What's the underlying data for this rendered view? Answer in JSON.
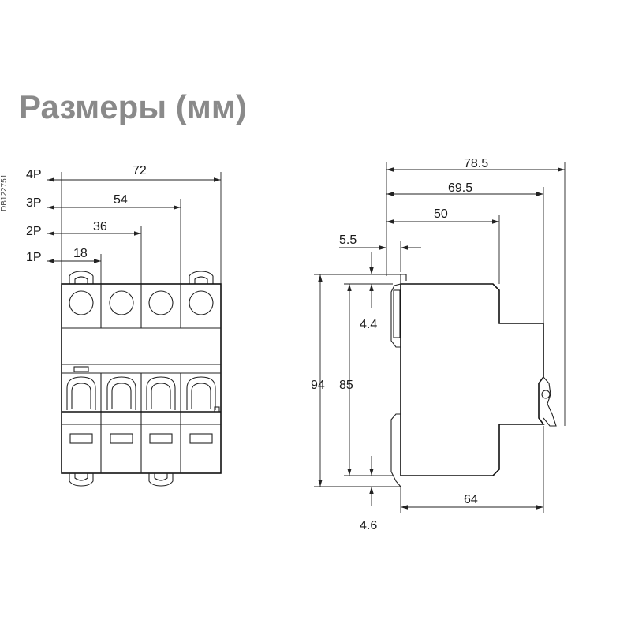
{
  "title": "Размеры (мм)",
  "drawing_code": "DB122751",
  "front_view": {
    "pole_labels": [
      "4P",
      "3P",
      "2P",
      "1P"
    ],
    "widths": [
      "72",
      "54",
      "36",
      "18"
    ]
  },
  "side_view": {
    "depths": [
      "78.5",
      "69.5",
      "50",
      "5.5"
    ],
    "heights": [
      "94",
      "85"
    ],
    "offsets": [
      "4.4",
      "4.6"
    ],
    "base_depth": "64"
  }
}
